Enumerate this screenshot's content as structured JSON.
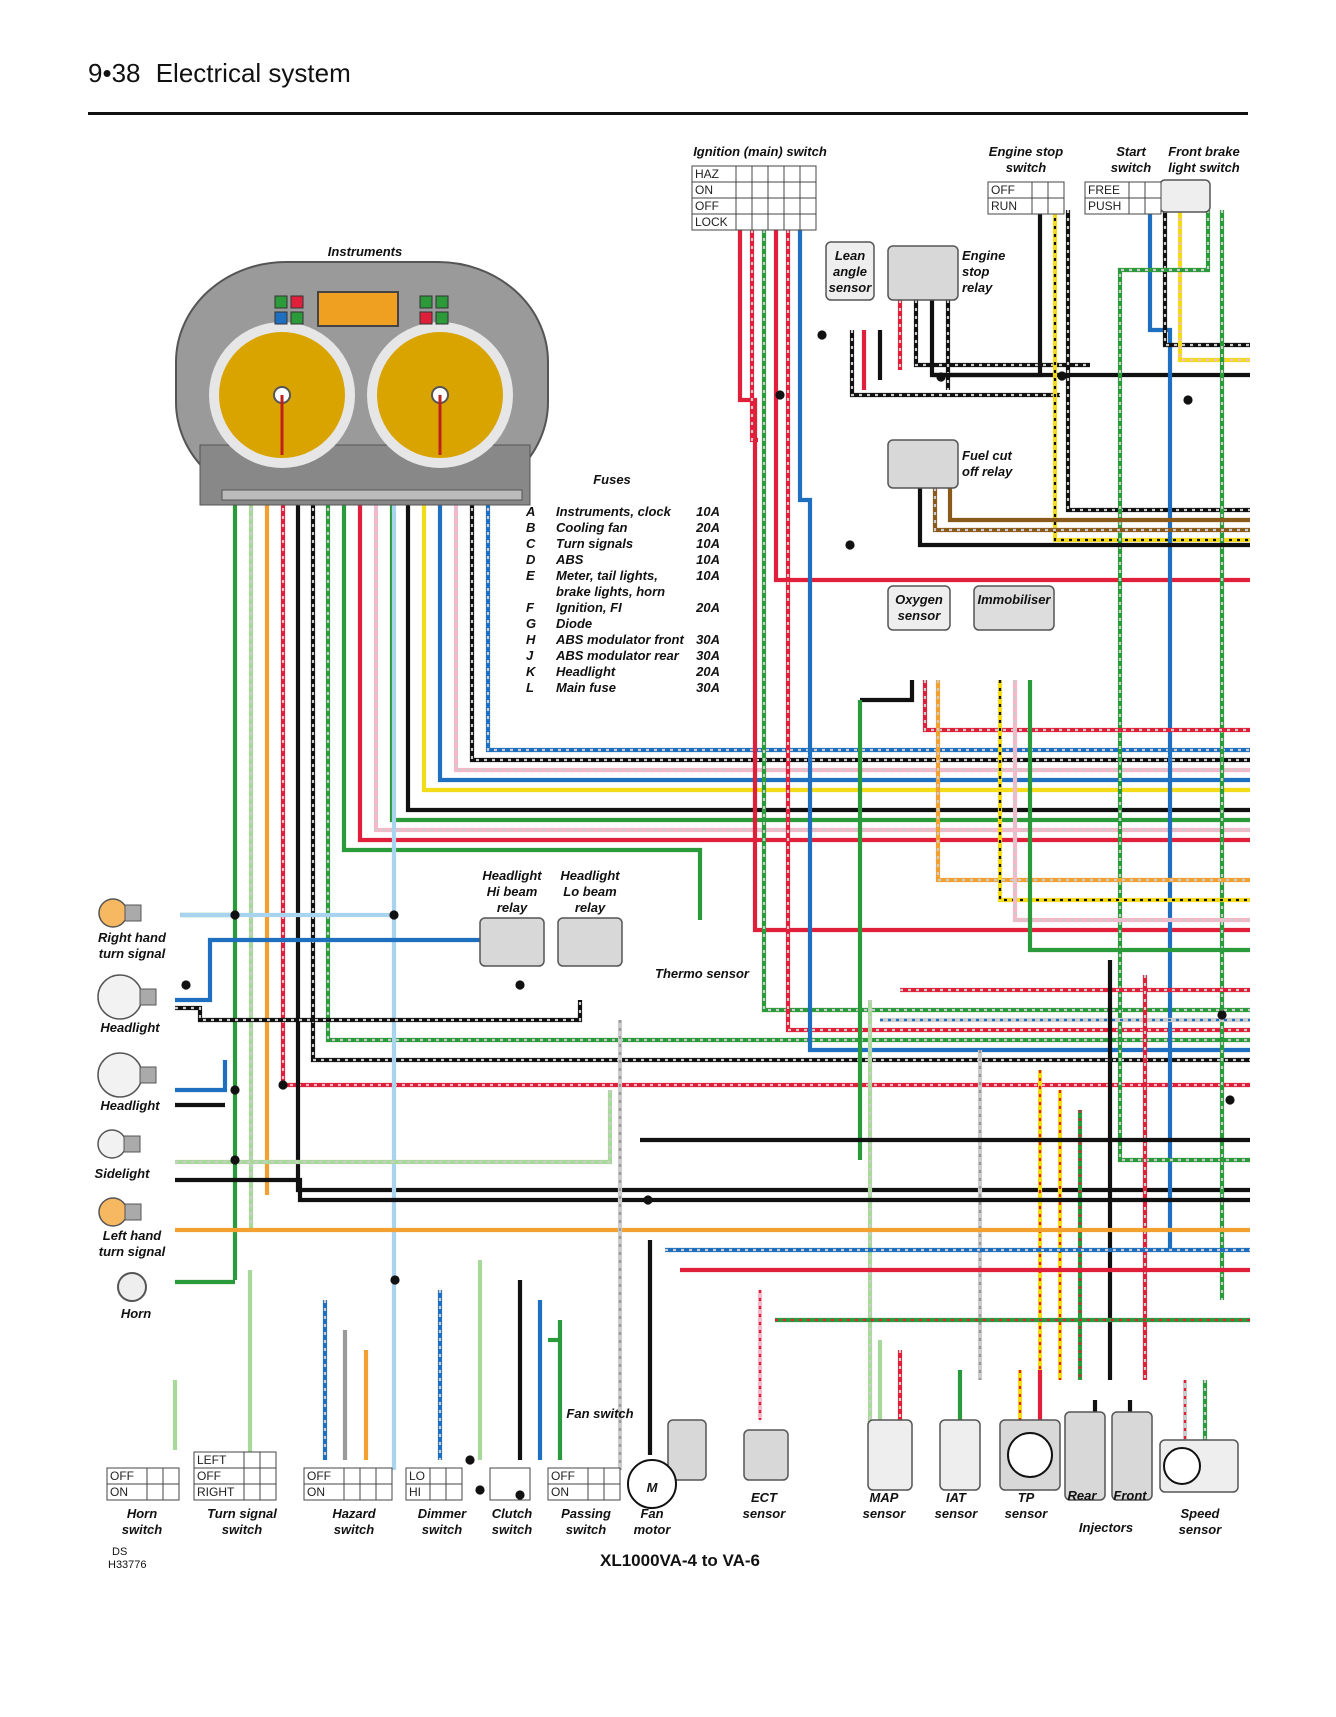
{
  "header": {
    "page": "9•38",
    "title": "Electrical system"
  },
  "labels": {
    "instruments": "Instruments",
    "fuses_title": "Fuses",
    "ignition": "Ignition (main) switch",
    "engine_stop": [
      "Engine stop",
      "switch"
    ],
    "start": [
      "Start",
      "switch"
    ],
    "front_brake": [
      "Front brake",
      "light switch"
    ],
    "lean_angle": [
      "Lean",
      "angle",
      "sensor"
    ],
    "engine_stop_relay": [
      "Engine",
      "stop",
      "relay"
    ],
    "fuel_cut": [
      "Fuel cut",
      "off relay"
    ],
    "oxygen": [
      "Oxygen",
      "sensor"
    ],
    "immobiliser": "Immobiliser",
    "hi_beam": [
      "Headlight",
      "Hi beam",
      "relay"
    ],
    "lo_beam": [
      "Headlight",
      "Lo beam",
      "relay"
    ],
    "thermo": "Thermo sensor",
    "rh_turn": [
      "Right hand",
      "turn signal"
    ],
    "headlight1": "Headlight",
    "headlight2": "Headlight",
    "sidelight": "Sidelight",
    "lh_turn": [
      "Left hand",
      "turn signal"
    ],
    "horn": "Horn",
    "fan_switch": "Fan switch",
    "horn_switch": [
      "Horn",
      "switch"
    ],
    "turn_switch": [
      "Turn signal",
      "switch"
    ],
    "hazard_switch": [
      "Hazard",
      "switch"
    ],
    "dimmer_switch": [
      "Dimmer",
      "switch"
    ],
    "clutch_switch": [
      "Clutch",
      "switch"
    ],
    "passing_switch": [
      "Passing",
      "switch"
    ],
    "fan_motor": [
      "Fan",
      "motor"
    ],
    "ect": [
      "ECT",
      "sensor"
    ],
    "map": [
      "MAP",
      "sensor"
    ],
    "iat": [
      "IAT",
      "sensor"
    ],
    "tp": [
      "TP",
      "sensor"
    ],
    "rear": "Rear",
    "front": "Front",
    "injectors": "Injectors",
    "speed": [
      "Speed",
      "sensor"
    ],
    "motor_letter": "M",
    "code_ds": "DS",
    "code": "H33776",
    "caption": "XL1000VA-4 to VA-6"
  },
  "fuses": [
    {
      "letter": "A",
      "name": "Instruments, clock",
      "rating": "10A"
    },
    {
      "letter": "B",
      "name": "Cooling fan",
      "rating": "20A"
    },
    {
      "letter": "C",
      "name": "Turn signals",
      "rating": "10A"
    },
    {
      "letter": "D",
      "name": "ABS",
      "rating": "10A"
    },
    {
      "letter": "E",
      "name": "Meter, tail lights,",
      "name2": "brake lights, horn",
      "rating": "10A"
    },
    {
      "letter": "F",
      "name": "Ignition, FI",
      "rating": "20A"
    },
    {
      "letter": "G",
      "name": "Diode",
      "rating": ""
    },
    {
      "letter": "H",
      "name": "ABS modulator front",
      "rating": "30A"
    },
    {
      "letter": "J",
      "name": "ABS modulator rear",
      "rating": "30A"
    },
    {
      "letter": "K",
      "name": "Headlight",
      "rating": "20A"
    },
    {
      "letter": "L",
      "name": "Main fuse",
      "rating": "30A"
    }
  ],
  "switch_positions": {
    "ignition": [
      "HAZ",
      "ON",
      "OFF",
      "LOCK"
    ],
    "engine_stop": [
      "OFF",
      "RUN"
    ],
    "start": [
      "FREE",
      "PUSH"
    ],
    "horn": [
      "OFF",
      "ON"
    ],
    "turn": [
      "LEFT",
      "OFF",
      "RIGHT"
    ],
    "hazard": [
      "OFF",
      "ON"
    ],
    "dimmer": [
      "LO",
      "HI"
    ],
    "passing": [
      "OFF",
      "ON"
    ]
  },
  "colors": {
    "red": "#e0203a",
    "green": "#2a9a3a",
    "blue": "#1f6fc0",
    "black": "#111111",
    "yellow": "#f2dc1a",
    "orange": "#f2a030",
    "pink": "#f4b8c8",
    "lightblue": "#a8d4ef",
    "lightgreen": "#a8d89a",
    "brown": "#8a5a1a",
    "white": "#cccccc",
    "gray": "#9a9a9a"
  }
}
